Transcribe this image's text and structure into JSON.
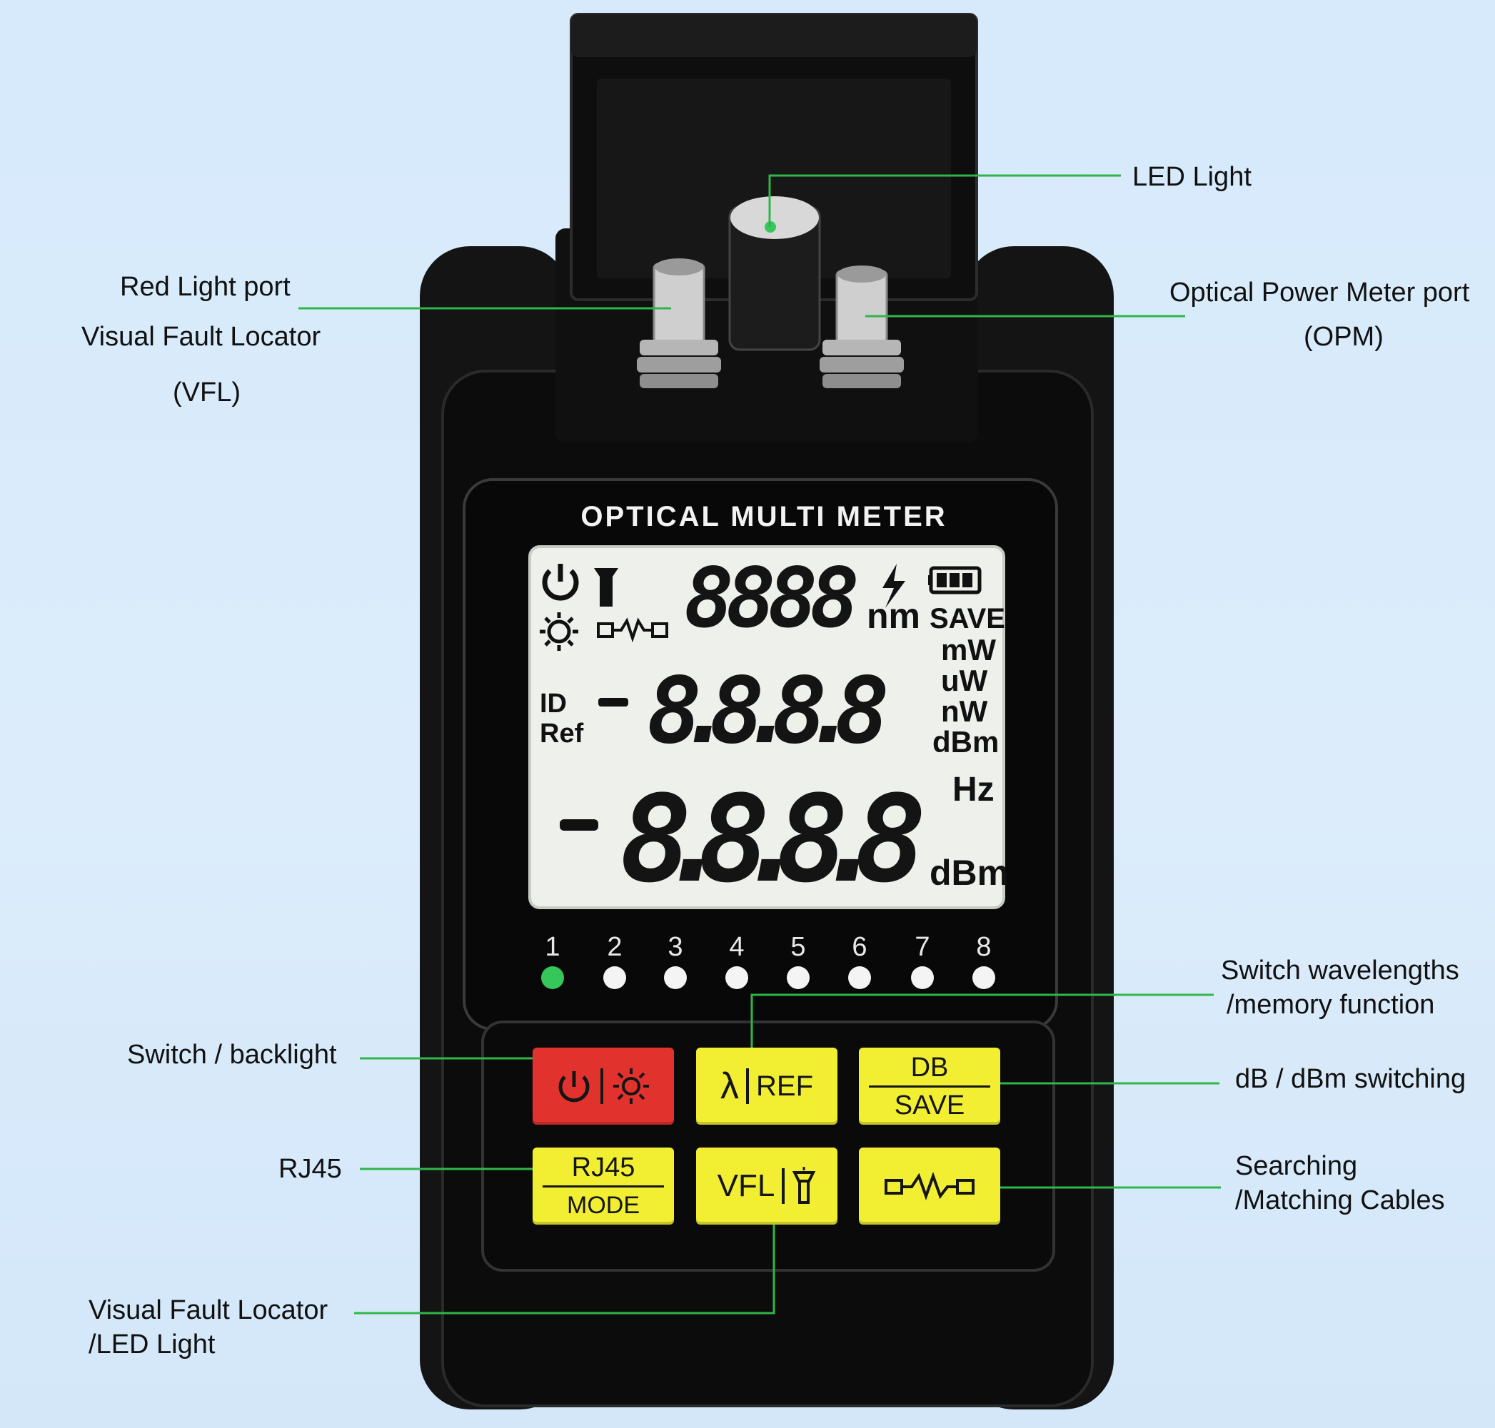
{
  "device": {
    "title": "OPTICAL MULTI METER",
    "lcd": {
      "wavelength_digits": "8888",
      "wavelength_unit": "nm",
      "save_label": "SAVE",
      "units": [
        "mW",
        "uW",
        "nW",
        "dBm"
      ],
      "id_label": "ID",
      "ref_label": "Ref",
      "mid_digits": "8.8.8.8",
      "hz_label": "Hz",
      "big_digits": "8.8.8.8",
      "big_unit": "dBm"
    },
    "leds": [
      {
        "num": "1",
        "on": true
      },
      {
        "num": "2",
        "on": false
      },
      {
        "num": "3",
        "on": false
      },
      {
        "num": "4",
        "on": false
      },
      {
        "num": "5",
        "on": false
      },
      {
        "num": "6",
        "on": false
      },
      {
        "num": "7",
        "on": false
      },
      {
        "num": "8",
        "on": false
      }
    ],
    "buttons": {
      "lambda_ref": {
        "sym": "λ",
        "label": "REF"
      },
      "db_save": {
        "top": "DB",
        "bottom": "SAVE"
      },
      "rj45_mode": {
        "top": "RJ45",
        "bottom": "MODE"
      },
      "vfl": {
        "label": "VFL"
      }
    },
    "colors": {
      "red_button": "#e2322e",
      "yellow_button": "#f2ef33",
      "lead_line": "#2fb64a",
      "led_on": "#36c75a"
    }
  },
  "callouts": {
    "led_light": "LED Light",
    "red_light_port": "Red Light port",
    "vfl_line1": "Visual Fault Locator",
    "vfl_line2": "(VFL)",
    "opm_line1": "Optical Power Meter port",
    "opm_line2": "(OPM)",
    "switch_wavelengths_1": "Switch wavelengths",
    "switch_wavelengths_2": "/memory function",
    "switch_backlight": "Switch / backlight",
    "db_switching": "dB / dBm switching",
    "rj45": "RJ45",
    "searching_1": "Searching",
    "searching_2": "/Matching Cables",
    "vfl_led_1": "Visual Fault Locator",
    "vfl_led_2": "/LED Light"
  }
}
